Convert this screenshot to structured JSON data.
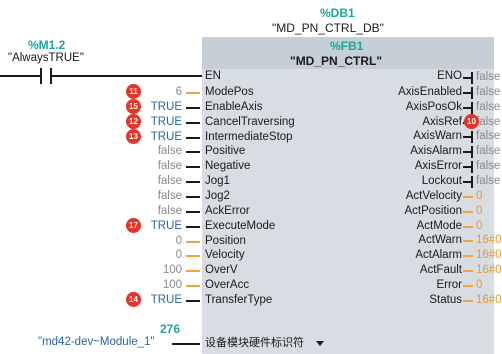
{
  "instance_db": {
    "address": "%DB1",
    "name": "\"MD_PN_CTRL_DB\""
  },
  "block": {
    "address": "%FB1",
    "name": "\"MD_PN_CTRL\""
  },
  "contact": {
    "address": "%M1.2",
    "name": "\"AlwaysTRUE\""
  },
  "en_label": "EN",
  "eno_label": "ENO",
  "inputs": [
    {
      "badge": "11",
      "value": "6",
      "pin": "ModePos"
    },
    {
      "badge": "15",
      "value": "TRUE",
      "pin": "EnableAxis"
    },
    {
      "badge": "12",
      "value": "TRUE",
      "pin": "CancelTraversing"
    },
    {
      "badge": "13",
      "value": "TRUE",
      "pin": "IntermediateStop"
    },
    {
      "badge": "",
      "value": "false",
      "pin": "Positive"
    },
    {
      "badge": "",
      "value": "false",
      "pin": "Negative"
    },
    {
      "badge": "",
      "value": "false",
      "pin": "Jog1"
    },
    {
      "badge": "",
      "value": "false",
      "pin": "Jog2"
    },
    {
      "badge": "",
      "value": "false",
      "pin": "AckError"
    },
    {
      "badge": "17",
      "value": "TRUE",
      "pin": "ExecuteMode"
    },
    {
      "badge": "",
      "value": "0",
      "pin": "Position"
    },
    {
      "badge": "",
      "value": "0",
      "pin": "Velocity"
    },
    {
      "badge": "",
      "value": "100",
      "pin": "OverV"
    },
    {
      "badge": "",
      "value": "100",
      "pin": "OverAcc"
    },
    {
      "badge": "14",
      "value": "TRUE",
      "pin": "TransferType"
    }
  ],
  "hw_id": {
    "value": "276",
    "tag": "\"md42-dev~Module_1\"",
    "pin": "设备模块硬件标识符"
  },
  "outputs": [
    {
      "pin": "ENO",
      "value": "false",
      "badge": ""
    },
    {
      "pin": "AxisEnabled",
      "value": "false",
      "badge": ""
    },
    {
      "pin": "AxisPosOk",
      "value": "false",
      "badge": ""
    },
    {
      "pin": "AxisRef",
      "value": "false",
      "badge": "10"
    },
    {
      "pin": "AxisWarn",
      "value": "false",
      "badge": ""
    },
    {
      "pin": "AxisAlarm",
      "value": "false",
      "badge": ""
    },
    {
      "pin": "AxisError",
      "value": "false",
      "badge": ""
    },
    {
      "pin": "Lockout",
      "value": "false",
      "badge": ""
    },
    {
      "pin": "ActVelocity",
      "value": "0",
      "badge": ""
    },
    {
      "pin": "ActPosition",
      "value": "0",
      "badge": ""
    },
    {
      "pin": "ActMode",
      "value": "0",
      "badge": ""
    },
    {
      "pin": "ActWarn",
      "value": "16#0",
      "badge": ""
    },
    {
      "pin": "ActAlarm",
      "value": "16#0",
      "badge": ""
    },
    {
      "pin": "ActFault",
      "value": "16#0",
      "badge": ""
    },
    {
      "pin": "Error",
      "value": "0",
      "badge": ""
    },
    {
      "pin": "Status",
      "value": "16#0",
      "badge": ""
    }
  ],
  "colors": {
    "block_body": "#d7dde3",
    "block_header": "#c6ced6",
    "address_teal": "#19a89a",
    "true_blue": "#2c63a6",
    "numeric_orange": "#e69a32",
    "badge_red": "#e8332a"
  }
}
